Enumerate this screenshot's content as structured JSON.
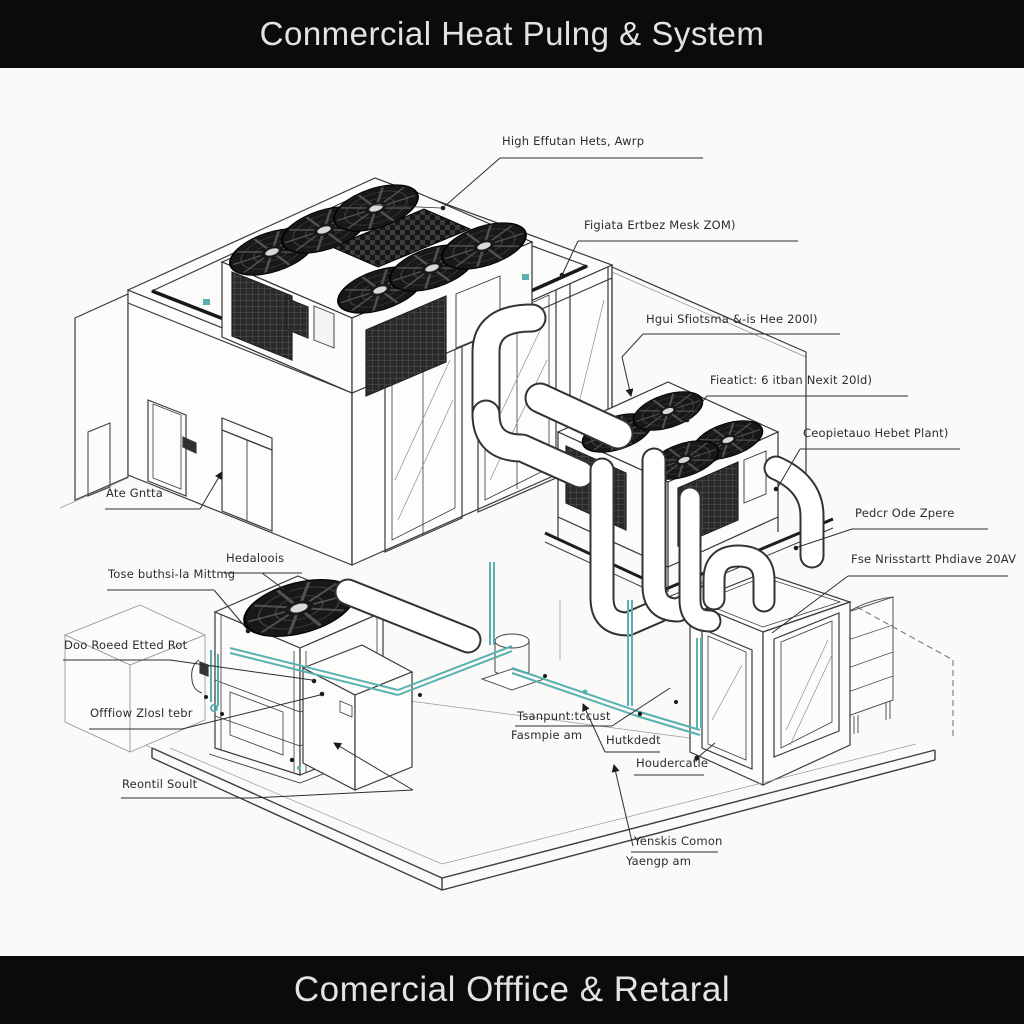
{
  "header": {
    "title": "Conmercial Heat Pulng & System"
  },
  "footer": {
    "title": "Comercial Offfice & Retaral"
  },
  "colors": {
    "banner_bg": "#0b0b0b",
    "banner_text": "#e3e3e3",
    "line": "#3a3a3a",
    "fan_dark": "#181818",
    "pipe_accent_teal": "#58b0b0",
    "paper": "#fafaf8"
  },
  "callouts": [
    {
      "text": "High Effutan Hets, Awrp"
    },
    {
      "text": "Figiata Ertbez Mesk ZOM)"
    },
    {
      "text": "Hgui Sfiotsma &-is Hee 200l)"
    },
    {
      "text": "Fieatict: 6 itban Nexit 20ld)"
    },
    {
      "text": "Ceopietauo Hebet Plant)"
    },
    {
      "text": "Pedcr Ode Zpere"
    },
    {
      "text": "Fse Nrisstartt Phdiave 20AV"
    },
    {
      "text": "Ate Gntta"
    },
    {
      "text": "Hedaloois"
    },
    {
      "text": "Tose buthsi-la Mittmg"
    },
    {
      "text": "Doo Roeed Etted Rot"
    },
    {
      "text": "Offfiow Zlosl tebr"
    },
    {
      "text": "Reontil Soult"
    },
    {
      "text": "Tsanpunt:tccust",
      "text2": "Fasmpie am"
    },
    {
      "text": "Hutkdedt"
    },
    {
      "text": "Houdercatle"
    },
    {
      "text": "Yenskis Comon",
      "text2": "Yaengp am"
    }
  ]
}
